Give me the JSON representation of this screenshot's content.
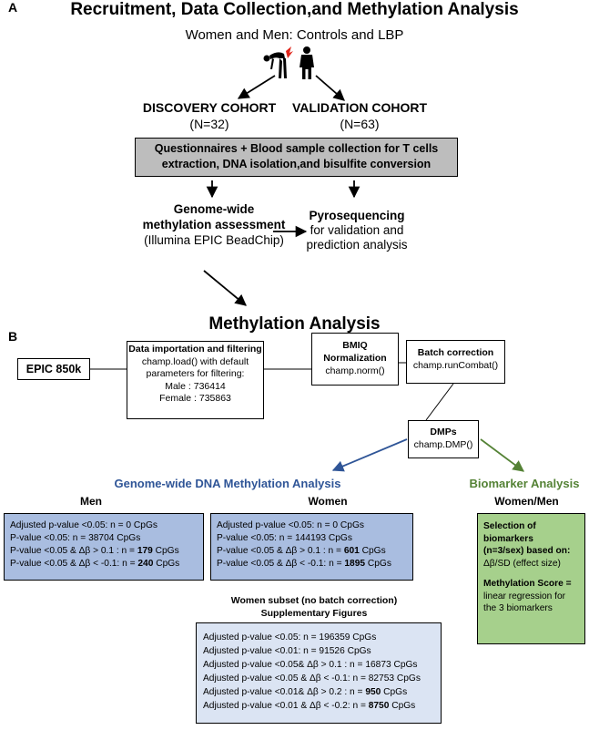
{
  "panel_a": {
    "label": "A",
    "title": "Recruitment, Data Collection,and Methylation Analysis",
    "subtitle": "Women and Men: Controls and LBP",
    "discovery": {
      "title": "DISCOVERY COHORT",
      "n": "(N=32)"
    },
    "validation": {
      "title": "VALIDATION COHORT",
      "n": "(N=63)"
    },
    "collection_box": {
      "line1": "Questionnaires + Blood sample collection for T cells",
      "line2": "extraction, DNA isolation,and bisulfite conversion"
    },
    "genome_wide": {
      "line1": "Genome-wide",
      "line2": "methylation assessment",
      "line3": "(Illumina EPIC BeadChip)"
    },
    "pyro": {
      "line1": "Pyrosequencing",
      "line2": "for validation and",
      "line3": "prediction analysis"
    },
    "colors": {
      "collection_fill": "#bdbdbd",
      "figure_red": "#e0261b"
    }
  },
  "panel_b": {
    "label": "B",
    "title": "Methylation Analysis",
    "epic": "EPIC 850k",
    "import_box": {
      "title": "Data importation and filtering",
      "line1": "champ.load() with default",
      "line2": "parameters for filtering:",
      "male": "Male : 736414",
      "female": "Female : 735863"
    },
    "bmiq": {
      "line1": "BMIQ",
      "line2": "Normalization",
      "line3": "champ.norm()"
    },
    "batch": {
      "title": "Batch correction",
      "func": "champ.runCombat()"
    },
    "dmps": {
      "title": "DMPs",
      "func": "champ.DMP()"
    },
    "gw_title": "Genome-wide DNA Methylation Analysis",
    "bio_title": "Biomarker Analysis",
    "men": {
      "label": "Men",
      "l1": "Adjusted p-value <0.05: n = 0 CpGs",
      "l2": "P-value <0.05: n = 38704 CpGs",
      "l3a": "P-value <0.05 & Δβ > 0.1 : n = ",
      "l3b": "179",
      "l3c": " CpGs",
      "l4a": "P-value <0.05 & Δβ < -0.1: n = ",
      "l4b": "240",
      "l4c": " CpGs"
    },
    "women": {
      "label": "Women",
      "l1": "Adjusted p-value <0.05: n = 0 CpGs",
      "l2": "P-value <0.05: n = 144193 CpGs",
      "l3a": "P-value <0.05 & Δβ > 0.1 : n = ",
      "l3b": "601",
      "l3c": " CpGs",
      "l4a": "P-value <0.05 & Δβ < -0.1: n = ",
      "l4b": "1895",
      "l4c": " CpGs"
    },
    "subset": {
      "title1": "Women subset (no batch correction)",
      "title2": "Supplementary Figures",
      "l1": "Adjusted p-value <0.05: n = 196359 CpGs",
      "l2": "Adjusted p-value <0.01: n = 91526 CpGs",
      "l3": "Adjusted p-value <0.05& Δβ > 0.1 : n = 16873 CpGs",
      "l4": "Adjusted p-value  <0.05 & Δβ < -0.1: n = 82753 CpGs",
      "l5a": "Adjusted p-value <0.01& Δβ > 0.2 : n = ",
      "l5b": "950",
      "l5c": " CpGs",
      "l6a": "Adjusted p-value  <0.01 & Δβ < -0.2: n = ",
      "l6b": "8750",
      "l6c": " CpGs"
    },
    "bio": {
      "label": "Women/Men",
      "s1": "Selection of",
      "s2": "biomarkers",
      "s3": "(n=3/sex) based on:",
      "s4": "Δβ/SD (effect size)",
      "s5": "Methylation Score =",
      "s6": "linear regression for",
      "s7": "the 3 biomarkers"
    },
    "colors": {
      "blue_fill": "#a9bde0",
      "light_blue_fill": "#dbe4f3",
      "green_fill": "#a6d08c",
      "blue_text": "#2f5597",
      "green_text": "#548235"
    }
  }
}
